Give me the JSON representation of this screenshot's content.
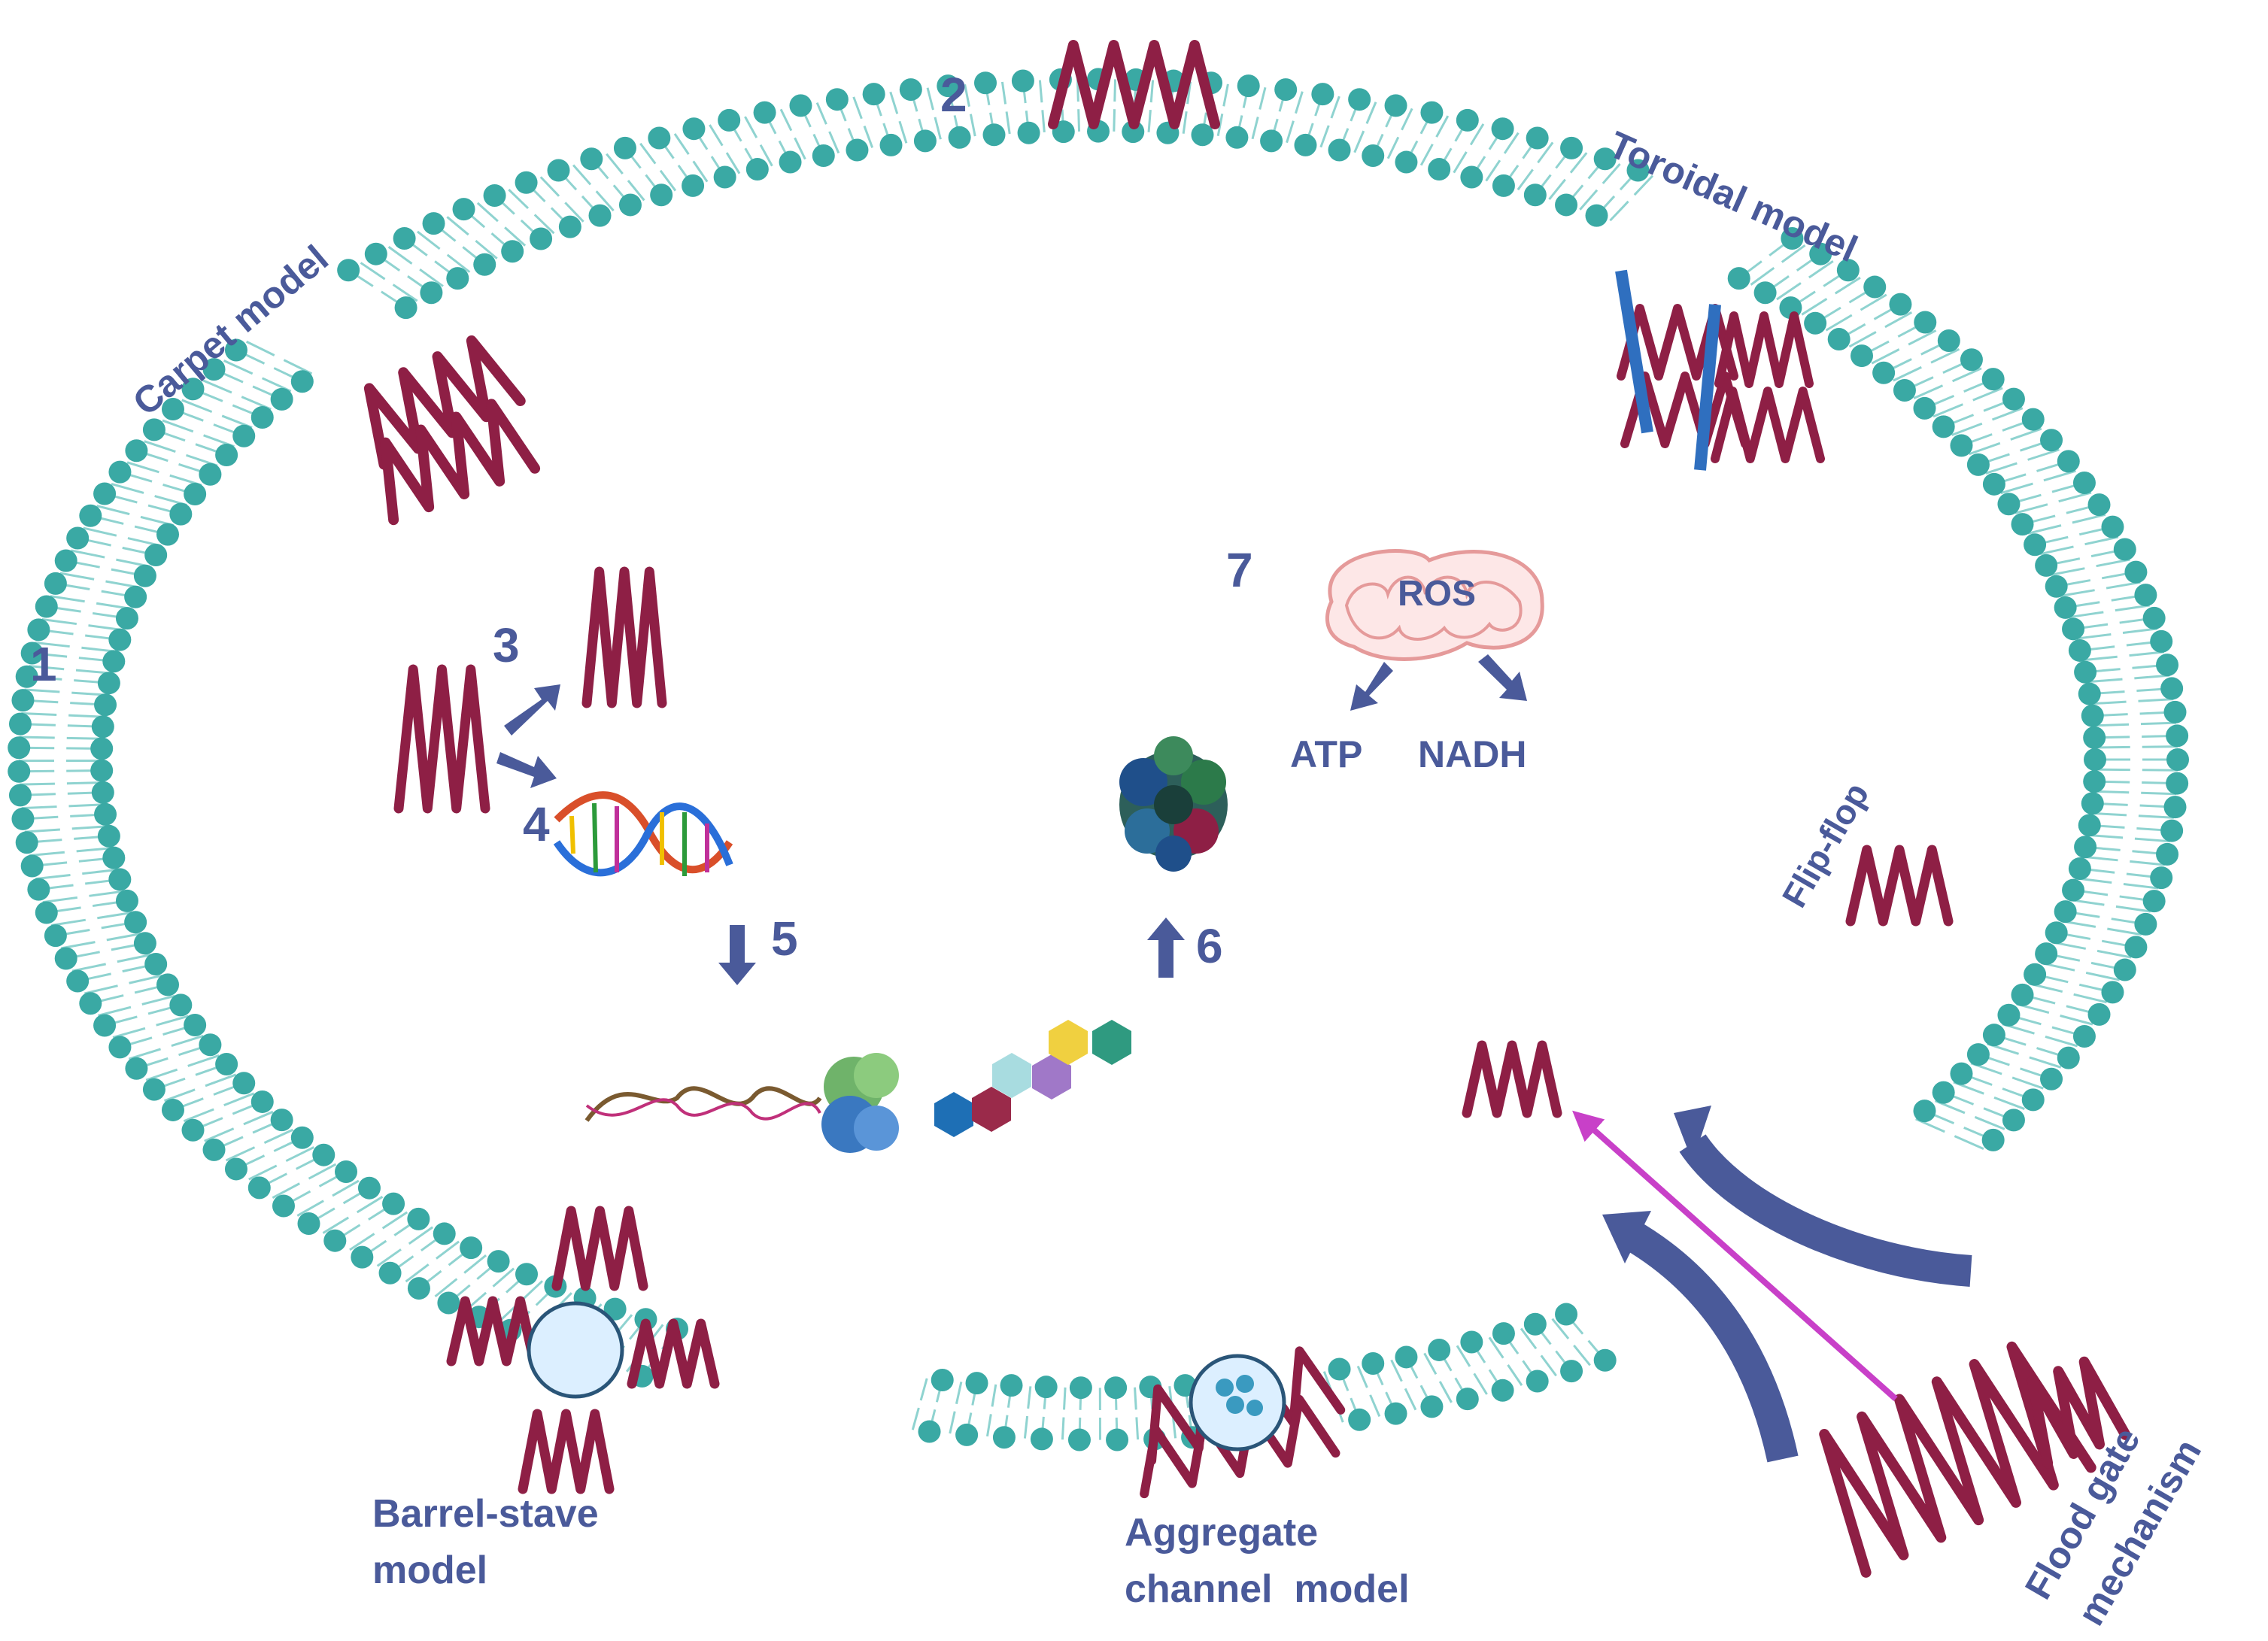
{
  "numbers": {
    "n1": "1",
    "n2": "2",
    "n3": "3",
    "n4": "4",
    "n5": "5",
    "n6": "6",
    "n7": "7"
  },
  "labels": {
    "carpet": "Carpet model",
    "toroidal": "Toroidal model",
    "flipflop": "Flip-flop",
    "barrel_line1": "Barrel-stave",
    "barrel_line2": "model",
    "aggregate_line1": "Aggregate",
    "aggregate_line2": "channel  model",
    "flood_line1": "Flood gate",
    "flood_line2": "mechanism",
    "ros": "ROS",
    "atp": "ATP",
    "nadh": "NADH"
  },
  "colors": {
    "lipid_head": "#3aa9a4",
    "lipid_tail": "#8fd3d0",
    "peptide": "#8e1f45",
    "label": "#4a5a9a",
    "arrow": "#4a5a9a",
    "pore": "#dcefff",
    "mito_fill": "#fde7e7",
    "mito_stroke": "#e59a9a",
    "magenta_arrow": "#c840c8",
    "toroidal_bar": "#2f6fbf"
  }
}
